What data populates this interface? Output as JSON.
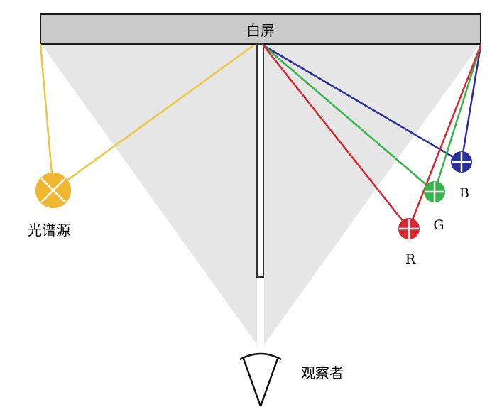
{
  "screen": {
    "label": "白屏"
  },
  "light_source": {
    "label": "光谱源",
    "color": "#f2b731",
    "ray_color": "#f0c640"
  },
  "observer": {
    "label": "观察者"
  },
  "primaries": [
    {
      "key": "B",
      "label": "B",
      "color": "#2b2f9a"
    },
    {
      "key": "G",
      "label": "G",
      "color": "#33b54a"
    },
    {
      "key": "R",
      "label": "R",
      "color": "#d9262e"
    }
  ],
  "colors": {
    "screen_fill": "#c9c9c9",
    "screen_border": "#1a1a1a",
    "cone_fill": "#e6e6e6",
    "divider": "#333333"
  }
}
